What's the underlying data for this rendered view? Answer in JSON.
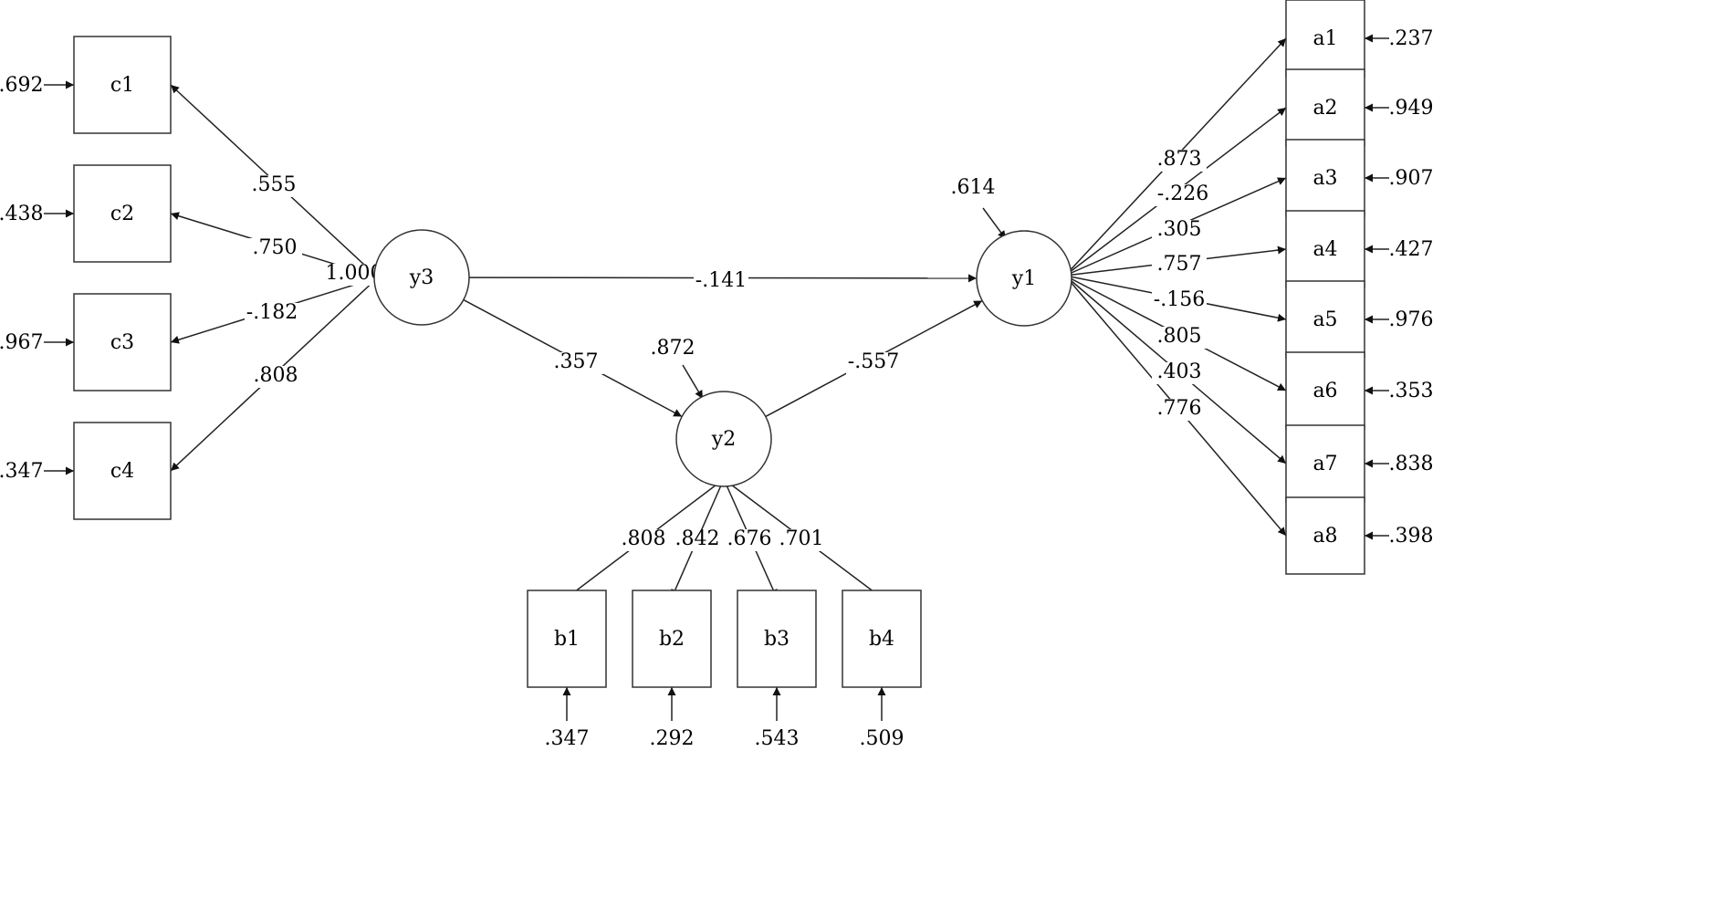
{
  "latent": {
    "y1": {
      "label": "y1",
      "residual": ".614"
    },
    "y2": {
      "label": "y2",
      "residual": ".872"
    },
    "y3": {
      "label": "y3",
      "fixed_label": "1.000"
    }
  },
  "indicators_c": [
    {
      "id": "c1",
      "label": "c1",
      "error": ".692",
      "loading": ".555"
    },
    {
      "id": "c2",
      "label": "c2",
      "error": ".438",
      "loading": ".750"
    },
    {
      "id": "c3",
      "label": "c3",
      "error": ".967",
      "loading": "-.182"
    },
    {
      "id": "c4",
      "label": "c4",
      "error": ".347",
      "loading": ".808"
    }
  ],
  "indicators_b": [
    {
      "id": "b1",
      "label": "b1",
      "error": ".347",
      "loading": ".808"
    },
    {
      "id": "b2",
      "label": "b2",
      "error": ".292",
      "loading": ".842"
    },
    {
      "id": "b3",
      "label": "b3",
      "error": ".543",
      "loading": ".676"
    },
    {
      "id": "b4",
      "label": "b4",
      "error": ".509",
      "loading": ".701"
    }
  ],
  "indicators_a": [
    {
      "id": "a1",
      "label": "a1",
      "error": ".237",
      "loading": ".873"
    },
    {
      "id": "a2",
      "label": "a2",
      "error": ".949",
      "loading": "-.226"
    },
    {
      "id": "a3",
      "label": "a3",
      "error": ".907",
      "loading": ".305"
    },
    {
      "id": "a4",
      "label": "a4",
      "error": ".427",
      "loading": ".757"
    },
    {
      "id": "a5",
      "label": "a5",
      "error": ".976",
      "loading": "-.156"
    },
    {
      "id": "a6",
      "label": "a6",
      "error": ".353",
      "loading": ".805"
    },
    {
      "id": "a7",
      "label": "a7",
      "error": ".838",
      "loading": ".403"
    },
    {
      "id": "a8",
      "label": "a8",
      "error": ".398",
      "loading": ".776"
    }
  ],
  "structural": {
    "y3_to_y1": "-.141",
    "y3_to_y2": ".357",
    "y2_to_y1": "-.557"
  }
}
